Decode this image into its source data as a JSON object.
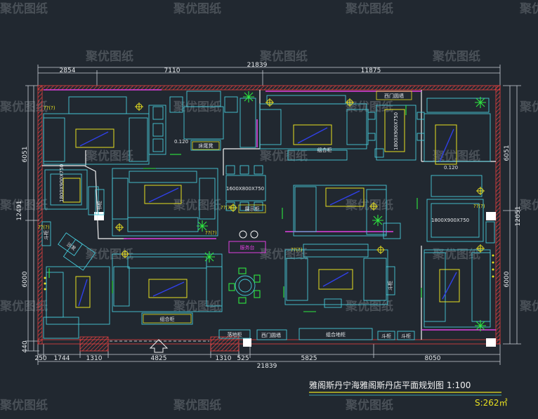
{
  "watermark": "聚优图纸",
  "title": "雅阁斯丹宁海雅阁斯丹店平面规划图 1:100",
  "area": "S:262㎡",
  "dims": {
    "top_total": "21839",
    "top_a": "2854",
    "top_b": "7110",
    "top_c": "11875",
    "bottom_total": "21839",
    "bottom_a": "250",
    "bottom_b": "1744",
    "bottom_c": "1310",
    "bottom_d": "4825",
    "bottom_e": "1310",
    "bottom_f": "525",
    "bottom_g": "5825",
    "bottom_h": "8050",
    "left_total": "12491",
    "left_a": "6051",
    "left_b": "6000",
    "left_c": "440",
    "right_a": "6051",
    "right_b": "12051",
    "right_c": "6000"
  },
  "labels": {
    "room_door": "西门圆墙",
    "bed_cabinet": "床尾凳",
    "ht_a": "0.120",
    "ht_b": "0.120",
    "table_a": "1800X900X750",
    "table_b": "1800X900X750",
    "table_c": "1600X800X750",
    "table_d": "1800X900X750",
    "display_cab": "展示柜",
    "service_desk": "服务台",
    "combo_cab_left": "组合柜",
    "combo_cab_right": "组合柜",
    "bottom_door1": "西门圆墙",
    "bottom_combo": "组合地柜",
    "bottom_small1": "斗柜",
    "bottom_small2": "斗柜",
    "floor_lamp": "落地柜",
    "cab_v1": "斗柜",
    "cab_v2": "书柜",
    "cab_v3": "斗柜",
    "sofa_label": "沙发",
    "light_1": "??(?)",
    "light_2": "??(?)",
    "light_3": "??(?)",
    "light_4": "??(?)",
    "light_5": "??(?)",
    "light_6": "??(?)"
  }
}
